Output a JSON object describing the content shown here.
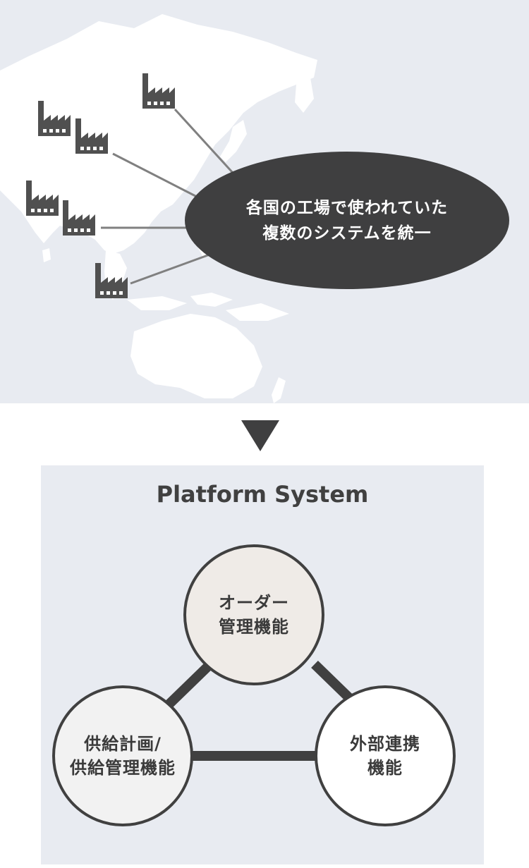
{
  "callout": {
    "line1": "各国の工場で使われていた",
    "line2": "複数のシステムを統一"
  },
  "platform": {
    "title": "Platform System",
    "circles": {
      "order": {
        "line1": "オーダー",
        "line2": "管理機能"
      },
      "supply": {
        "line1": "供給計画/",
        "line2": "供給管理機能"
      },
      "external": {
        "line1": "外部連携",
        "line2": "機能"
      }
    }
  },
  "icons": [
    "factory-icon",
    "down-arrow-icon",
    "world-map"
  ],
  "colors": {
    "panel_bg": "#e8ebf1",
    "land": "#ffffff",
    "icon": "#505050",
    "callout_bg": "#3f3f40",
    "line": "#808080",
    "order_circle": "#efebe7",
    "supply_circle": "#f2f2f2",
    "external_circle": "#ffffff",
    "outline": "#404040"
  }
}
